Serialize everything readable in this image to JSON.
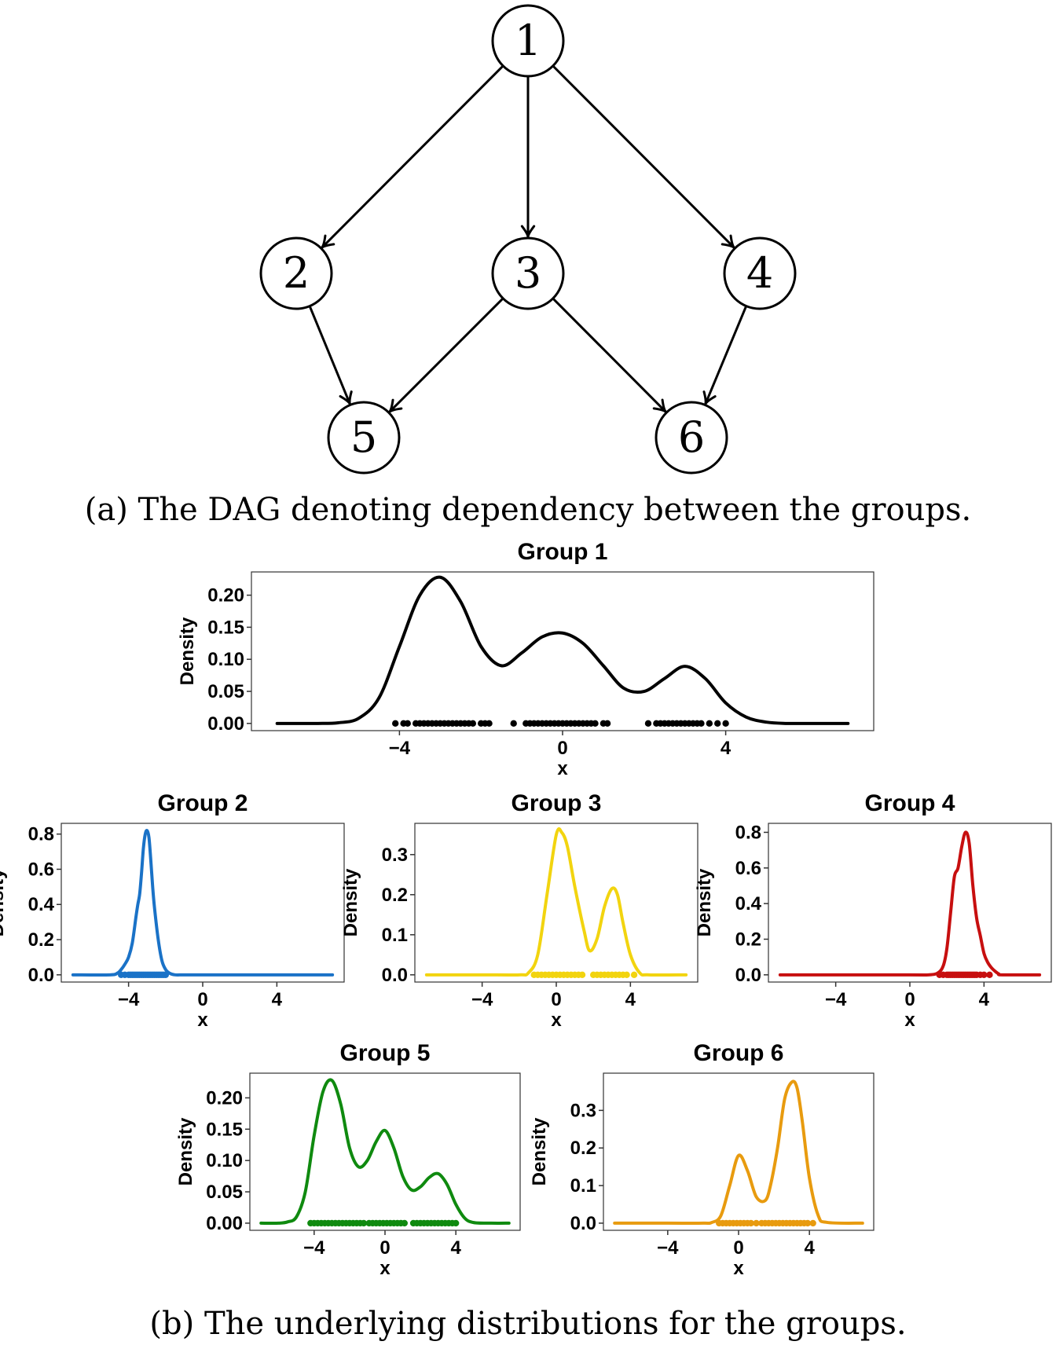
{
  "dag": {
    "nodes": [
      {
        "id": "1",
        "label": "1"
      },
      {
        "id": "2",
        "label": "2"
      },
      {
        "id": "3",
        "label": "3"
      },
      {
        "id": "4",
        "label": "4"
      },
      {
        "id": "5",
        "label": "5"
      },
      {
        "id": "6",
        "label": "6"
      }
    ],
    "edges": [
      [
        "1",
        "2"
      ],
      [
        "1",
        "3"
      ],
      [
        "1",
        "4"
      ],
      [
        "2",
        "5"
      ],
      [
        "3",
        "5"
      ],
      [
        "3",
        "6"
      ],
      [
        "4",
        "6"
      ]
    ],
    "caption": "(a) The DAG denoting dependency between the groups."
  },
  "caption_b": "(b) The underlying distributions for the groups.",
  "chart_data": [
    {
      "type": "line",
      "title": "Group 1",
      "xlabel": "x",
      "ylabel": "Density",
      "color": "#000000",
      "xlim": [
        -7,
        7
      ],
      "ylim": [
        0,
        0.225
      ],
      "xticks": [
        "-4",
        "0",
        "4"
      ],
      "xtick_values": [
        -4,
        0,
        4
      ],
      "yticks": [
        "0.00",
        "0.05",
        "0.10",
        "0.15",
        "0.20"
      ],
      "ytick_values": [
        0,
        0.05,
        0.1,
        0.15,
        0.2
      ],
      "x": [
        -7,
        -6.5,
        -6,
        -5.5,
        -5,
        -4.5,
        -4,
        -3.5,
        -3,
        -2.5,
        -2,
        -1.5,
        -1,
        -0.5,
        0,
        0.5,
        1,
        1.5,
        2,
        2.5,
        3,
        3.5,
        4,
        4.5,
        5,
        5.5,
        6,
        6.5,
        7
      ],
      "y": [
        0,
        0,
        0,
        0.001,
        0.008,
        0.04,
        0.12,
        0.2,
        0.228,
        0.19,
        0.12,
        0.09,
        0.11,
        0.135,
        0.141,
        0.125,
        0.09,
        0.055,
        0.05,
        0.07,
        0.089,
        0.07,
        0.032,
        0.01,
        0.002,
        0,
        0,
        0,
        0
      ],
      "rug": [
        -4.1,
        -3.9,
        -3.8,
        -3.6,
        -3.5,
        -3.4,
        -3.3,
        -3.2,
        -3.1,
        -3.0,
        -2.9,
        -2.8,
        -2.7,
        -2.6,
        -2.5,
        -2.4,
        -2.3,
        -2.2,
        -2.0,
        -1.9,
        -1.8,
        -1.2,
        -0.9,
        -0.8,
        -0.7,
        -0.6,
        -0.5,
        -0.4,
        -0.3,
        -0.2,
        -0.1,
        0.0,
        0.1,
        0.2,
        0.3,
        0.4,
        0.5,
        0.6,
        0.7,
        0.8,
        1.0,
        1.1,
        2.1,
        2.3,
        2.4,
        2.5,
        2.6,
        2.7,
        2.8,
        2.9,
        3.0,
        3.1,
        3.2,
        3.3,
        3.4,
        3.6,
        3.8,
        4.0
      ]
    },
    {
      "type": "line",
      "title": "Group 2",
      "xlabel": "x",
      "ylabel": "Density",
      "color": "#1a72c7",
      "xlim": [
        -7,
        7
      ],
      "ylim": [
        0,
        0.82
      ],
      "xticks": [
        "-4",
        "0",
        "4"
      ],
      "xtick_values": [
        -4,
        0,
        4
      ],
      "yticks": [
        "0.0",
        "0.2",
        "0.4",
        "0.6",
        "0.8"
      ],
      "ytick_values": [
        0,
        0.2,
        0.4,
        0.6,
        0.8
      ],
      "x": [
        -7,
        -5,
        -4.6,
        -4.4,
        -4.2,
        -4.0,
        -3.8,
        -3.6,
        -3.5,
        -3.4,
        -3.3,
        -3.2,
        -3.1,
        -3.0,
        -2.9,
        -2.8,
        -2.7,
        -2.6,
        -2.4,
        -2.2,
        -2.0,
        -1.8,
        -1.5,
        -1,
        0,
        3,
        7
      ],
      "y": [
        0,
        0,
        0.01,
        0.03,
        0.06,
        0.1,
        0.18,
        0.33,
        0.4,
        0.46,
        0.58,
        0.72,
        0.8,
        0.82,
        0.78,
        0.65,
        0.5,
        0.38,
        0.2,
        0.08,
        0.03,
        0.01,
        0,
        0,
        0,
        0,
        0
      ],
      "rug": [
        -4.4,
        -4.2,
        -4.0,
        -3.9,
        -3.8,
        -3.7,
        -3.6,
        -3.5,
        -3.4,
        -3.3,
        -3.2,
        -3.1,
        -3.0,
        -2.9,
        -2.8,
        -2.7,
        -2.6,
        -2.5,
        -2.4,
        -2.3,
        -2.2,
        -2.1,
        -2.0
      ]
    },
    {
      "type": "line",
      "title": "Group 3",
      "xlabel": "x",
      "ylabel": "Density",
      "color": "#f2d40f",
      "xlim": [
        -7,
        7
      ],
      "ylim": [
        0,
        0.36
      ],
      "xticks": [
        "-4",
        "0",
        "4"
      ],
      "xtick_values": [
        -4,
        0,
        4
      ],
      "yticks": [
        "0.0",
        "0.1",
        "0.2",
        "0.3"
      ],
      "ytick_values": [
        0,
        0.1,
        0.2,
        0.3
      ],
      "x": [
        -7,
        -4,
        -2,
        -1.5,
        -1,
        -0.5,
        0,
        0.3,
        0.6,
        1,
        1.5,
        1.8,
        2.2,
        2.6,
        3,
        3.3,
        3.6,
        4,
        4.5,
        5,
        7
      ],
      "y": [
        0,
        0,
        0,
        0.005,
        0.05,
        0.2,
        0.35,
        0.355,
        0.32,
        0.22,
        0.11,
        0.06,
        0.09,
        0.17,
        0.215,
        0.2,
        0.13,
        0.05,
        0.005,
        0,
        0
      ],
      "rug": [
        -1.2,
        -1.0,
        -0.8,
        -0.6,
        -0.4,
        -0.2,
        0.0,
        0.2,
        0.4,
        0.6,
        0.8,
        1.0,
        1.2,
        1.4,
        2.0,
        2.2,
        2.4,
        2.6,
        2.8,
        3.0,
        3.2,
        3.4,
        3.6,
        3.8,
        4.2
      ]
    },
    {
      "type": "line",
      "title": "Group 4",
      "xlabel": "x",
      "ylabel": "Density",
      "color": "#c70f0f",
      "xlim": [
        -7,
        7
      ],
      "ylim": [
        0,
        0.81
      ],
      "xticks": [
        "-4",
        "0",
        "4"
      ],
      "xtick_values": [
        -4,
        0,
        4
      ],
      "yticks": [
        "0.0",
        "0.2",
        "0.4",
        "0.6",
        "0.8"
      ],
      "ytick_values": [
        0,
        0.2,
        0.4,
        0.6,
        0.8
      ],
      "x": [
        -7,
        0,
        1,
        1.5,
        1.8,
        2.0,
        2.2,
        2.4,
        2.6,
        2.8,
        3.0,
        3.2,
        3.4,
        3.6,
        3.8,
        4.0,
        4.2,
        4.4,
        4.6,
        4.8,
        5,
        7
      ],
      "y": [
        0,
        0,
        0,
        0.01,
        0.05,
        0.15,
        0.35,
        0.55,
        0.6,
        0.72,
        0.8,
        0.74,
        0.5,
        0.32,
        0.22,
        0.12,
        0.07,
        0.04,
        0.02,
        0.005,
        0,
        0
      ],
      "rug": [
        1.6,
        1.8,
        2.0,
        2.1,
        2.2,
        2.3,
        2.4,
        2.5,
        2.6,
        2.7,
        2.8,
        2.9,
        3.0,
        3.1,
        3.2,
        3.3,
        3.4,
        3.5,
        3.6,
        3.8,
        4.0,
        4.3
      ]
    },
    {
      "type": "line",
      "title": "Group 5",
      "xlabel": "x",
      "ylabel": "Density",
      "color": "#0f8a0f",
      "xlim": [
        -7,
        7
      ],
      "ylim": [
        0,
        0.228
      ],
      "xticks": [
        "-4",
        "0",
        "4"
      ],
      "xtick_values": [
        -4,
        0,
        4
      ],
      "yticks": [
        "0.00",
        "0.05",
        "0.10",
        "0.15",
        "0.20"
      ],
      "ytick_values": [
        0,
        0.05,
        0.1,
        0.15,
        0.2
      ],
      "x": [
        -7,
        -6,
        -5.5,
        -5,
        -4.5,
        -4,
        -3.5,
        -3,
        -2.5,
        -2,
        -1.5,
        -1,
        -0.5,
        0,
        0.5,
        1,
        1.5,
        2,
        2.5,
        3,
        3.5,
        4,
        4.5,
        5,
        6,
        7
      ],
      "y": [
        0,
        0,
        0.002,
        0.01,
        0.05,
        0.14,
        0.21,
        0.228,
        0.19,
        0.12,
        0.09,
        0.1,
        0.13,
        0.148,
        0.12,
        0.075,
        0.053,
        0.058,
        0.073,
        0.079,
        0.062,
        0.03,
        0.008,
        0.001,
        0,
        0
      ],
      "rug": [
        -4.2,
        -4.0,
        -3.8,
        -3.6,
        -3.4,
        -3.2,
        -3.0,
        -2.8,
        -2.6,
        -2.4,
        -2.2,
        -2.0,
        -1.8,
        -1.6,
        -1.4,
        -1.2,
        -0.9,
        -0.7,
        -0.5,
        -0.3,
        -0.1,
        0.1,
        0.3,
        0.5,
        0.7,
        0.9,
        1.1,
        1.6,
        1.8,
        2.0,
        2.2,
        2.4,
        2.6,
        2.8,
        3.0,
        3.2,
        3.4,
        3.6,
        3.8,
        4.0
      ]
    },
    {
      "type": "line",
      "title": "Group 6",
      "xlabel": "x",
      "ylabel": "Density",
      "color": "#e89b0f",
      "xlim": [
        -7,
        7
      ],
      "ylim": [
        0,
        0.38
      ],
      "xticks": [
        "-4",
        "0",
        "4"
      ],
      "xtick_values": [
        -4,
        0,
        4
      ],
      "yticks": [
        "0.0",
        "0.1",
        "0.2",
        "0.3"
      ],
      "ytick_values": [
        0,
        0.1,
        0.2,
        0.3
      ],
      "x": [
        -7,
        -4,
        -2,
        -1.5,
        -1,
        -0.5,
        0,
        0.5,
        1,
        1.5,
        1.8,
        2.2,
        2.6,
        3,
        3.3,
        3.6,
        4,
        4.5,
        5,
        7
      ],
      "y": [
        0,
        0,
        0,
        0.002,
        0.02,
        0.1,
        0.18,
        0.14,
        0.07,
        0.06,
        0.1,
        0.2,
        0.33,
        0.375,
        0.36,
        0.27,
        0.12,
        0.02,
        0.002,
        0
      ],
      "rug": [
        -1.1,
        -0.9,
        -0.7,
        -0.5,
        -0.3,
        -0.1,
        0.1,
        0.3,
        0.5,
        0.7,
        1.0,
        1.3,
        1.5,
        1.7,
        1.9,
        2.1,
        2.3,
        2.5,
        2.7,
        2.9,
        3.1,
        3.3,
        3.5,
        3.7,
        3.9,
        4.2
      ]
    }
  ]
}
